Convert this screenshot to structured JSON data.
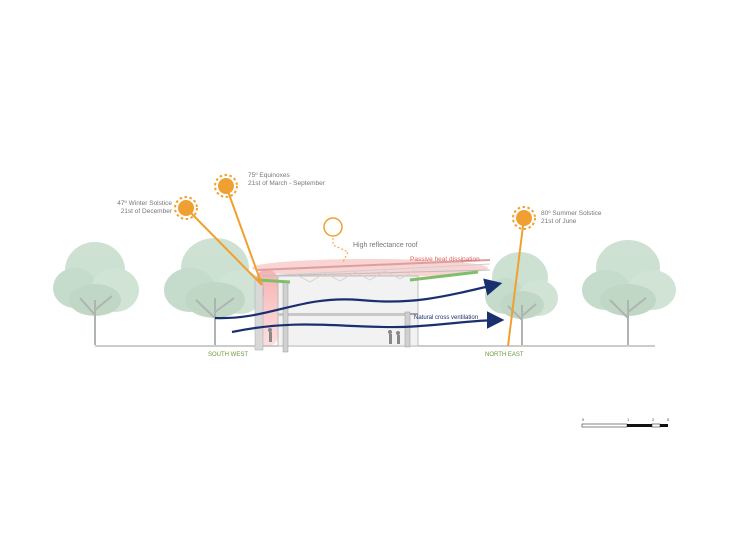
{
  "sun_labels": {
    "winter": {
      "line1": "47º Winter Solstice",
      "line2": "21st of December"
    },
    "equinox": {
      "line1": "75º Equinoxes",
      "line2": "21st of March - September"
    },
    "summer": {
      "line1": "80º Summer Solstice",
      "line2": "21st of June"
    }
  },
  "annotations": {
    "roof": "High reflectance roof",
    "heat": "Passive heat dissipation",
    "ventilation": "Natural cross ventilation"
  },
  "orientation": {
    "left": "SOUTH WEST",
    "right": "NORTH EAST"
  },
  "scale_bar": {
    "labels": [
      "0",
      "1",
      "2",
      "5"
    ]
  },
  "colors": {
    "sun": "#f0a030",
    "sun_ray": "#f0a030",
    "airflow": "#1a2f6e",
    "heat": "#e86060",
    "roof_green": "#7fbf6a",
    "orientation_text": "#6a9a3a",
    "tree": "#b9d3bf"
  }
}
